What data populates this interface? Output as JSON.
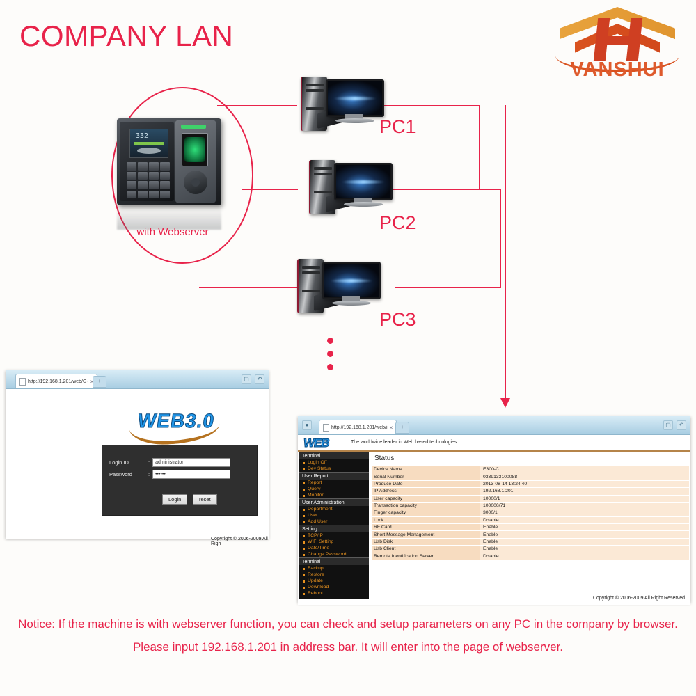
{
  "page": {
    "title": "COMPANY LAN"
  },
  "brand": {
    "name": "VANSHUI",
    "logo_icon": "house-roof-logo"
  },
  "diagram": {
    "device_label": "with Webserver",
    "pcs": [
      {
        "label": "PC1"
      },
      {
        "label": "PC2"
      },
      {
        "label": "PC3"
      }
    ],
    "device_screen_value": "332",
    "ellipsis": "vertical-dots"
  },
  "login_window": {
    "tab_title": "http://192.168.1.201/web/G-",
    "tab_close": "×",
    "new_tab": "+",
    "controls": [
      "camera-icon",
      "undo-icon"
    ],
    "logo_text": "WEB3.0",
    "form": {
      "login_id_label": "Login ID",
      "login_id_value": "administrator",
      "password_label": "Password",
      "password_value": "••••••",
      "colon": ":",
      "login_button": "Login",
      "reset_button": "reset"
    },
    "copyright": "Copyright © 2006-2009 All Righ"
  },
  "status_window": {
    "tab_title": "http://192.168.1.201/web/i",
    "tab_close": "×",
    "new_tab": "+",
    "controls": [
      "camera-icon",
      "undo-icon"
    ],
    "logo_text": "WEB",
    "tagline": "The worldwide leader in Web based technologies.",
    "nav": [
      {
        "group": "Terminal",
        "items": [
          "Login Off",
          "Dev Status"
        ]
      },
      {
        "group": "User Report",
        "items": [
          "Report",
          "Query",
          "Monitor"
        ]
      },
      {
        "group": "User Administration",
        "items": [
          "Department",
          "User",
          "Add User"
        ]
      },
      {
        "group": "Setting",
        "items": [
          "TCP/IP",
          "WIFI Setting",
          "Date/Time",
          "Change Password"
        ]
      },
      {
        "group": "Terminal",
        "items": [
          "Backup",
          "Restore",
          "Update",
          "Download",
          "Reboot"
        ]
      }
    ],
    "status_title": "Status",
    "status_rows": [
      {
        "key": "Device Name",
        "value": "E300-C"
      },
      {
        "key": "Serial Number",
        "value": "0339133100088"
      },
      {
        "key": "Produce Date",
        "value": "2013-08-14 13:24:40"
      },
      {
        "key": "IP Address",
        "value": "192.168.1.201"
      },
      {
        "key": "User capacity",
        "value": "10000/1"
      },
      {
        "key": "Transaction capacity",
        "value": "100000/71"
      },
      {
        "key": "Finger capacity",
        "value": "3000/1"
      },
      {
        "key": "Lock",
        "value": "Disable"
      },
      {
        "key": "RF Card",
        "value": "Enable"
      },
      {
        "key": "Short Message Management",
        "value": "Enable"
      },
      {
        "key": "Usb Disk",
        "value": "Enable"
      },
      {
        "key": "Usb Client",
        "value": "Enable"
      },
      {
        "key": "Remote Identification Server",
        "value": "Disable"
      }
    ],
    "copyright": "Copyright © 2006-2009 All Right Reserved"
  },
  "notice": {
    "line1": "Notice: If the machine is with webserver function, you can check and setup parameters on any PC in the company by browser.",
    "line2": "Please input 192.168.1.201 in address bar. It will enter into the page of webserver."
  },
  "colors": {
    "accent_red": "#e8234a",
    "logo_orange": "#de5a2c",
    "logo_gold": "#e0952f",
    "nav_orange": "#e8921f",
    "table_key_bg": "#f7dcc0"
  }
}
